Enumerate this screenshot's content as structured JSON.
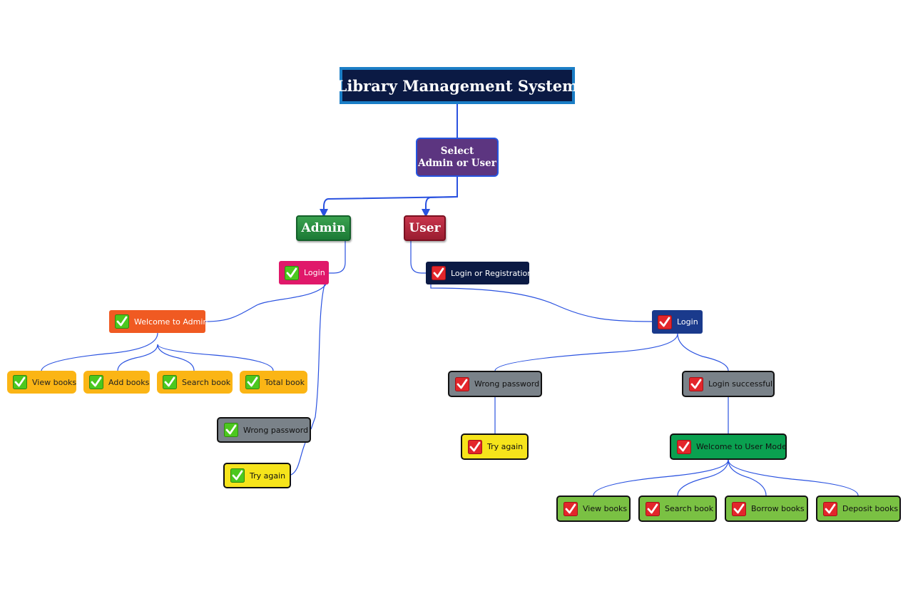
{
  "diagram": {
    "title": "Library Management System",
    "select_line1": "Select",
    "select_line2": "Admin or User",
    "admin": {
      "label": "Admin",
      "login": "Login",
      "welcome": "Welcome to Admin",
      "actions": [
        "View books",
        "Add books",
        "Search book",
        "Total book"
      ],
      "wrong_password": "Wrong password",
      "try_again": "Try again"
    },
    "user": {
      "label": "User",
      "login_or_registration": "Login or Registration",
      "login": "Login",
      "wrong_password": "Wrong password",
      "try_again": "Try again",
      "login_successful": "Login successful",
      "welcome": "Welcome to User Mode",
      "actions": [
        "View books",
        "Search book",
        "Borrow books",
        "Deposit books"
      ]
    }
  },
  "icons": {
    "admin_branch": "green-check-icon",
    "user_branch": "red-check-icon"
  },
  "colors": {
    "title_bg": "#0b1a44",
    "title_border": "#1b7ec6",
    "select_bg": "#5c3580",
    "admin": "#2a8c42",
    "user": "#b02a3e",
    "admin_login": "#e0186a",
    "admin_welcome": "#f05a22",
    "admin_action": "#fbb515",
    "wrong_password": "#7a8289",
    "try_again": "#f6e41b",
    "user_login_reg": "#0b1a44",
    "user_login": "#1a3a8c",
    "user_welcome": "#0aa050",
    "user_action": "#7ac143",
    "connector": "#2a52e0"
  }
}
